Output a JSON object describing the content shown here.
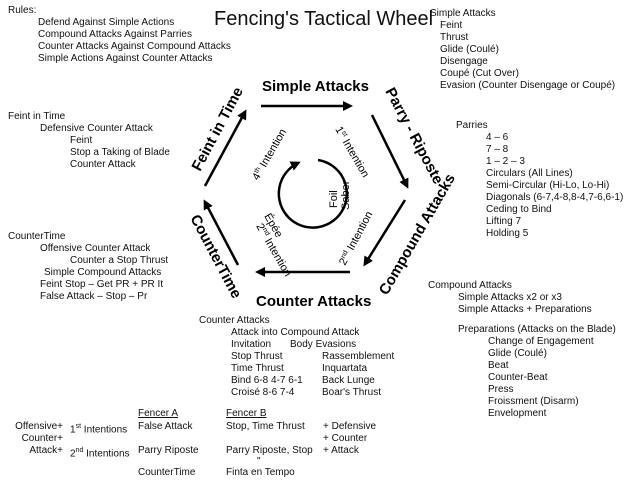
{
  "title": "Fencing's Tactical Wheel",
  "rules": {
    "heading": "Rules:",
    "items": [
      "Defend Against Simple Actions",
      "Compound Attacks Against Parries",
      "Counter Attacks Against Compound Attacks",
      "Simple Actions Against Counter Attacks"
    ]
  },
  "simple_attacks_list": {
    "heading": "Simple Attacks",
    "items": [
      "Feint",
      "Thrust",
      "Glide (Coulé)",
      "Disengage",
      "Coupé (Cut Over)",
      "Evasion (Counter Disengage or Coupé)"
    ]
  },
  "feint_in_time_list": {
    "heading": "Feint in Time",
    "sub": "Defensive Counter Attack",
    "items": [
      "Feint",
      "Stop a Taking of Blade",
      "Counter Attack"
    ]
  },
  "parries_list": {
    "heading": "Parries",
    "items": [
      "4 – 6",
      "7 – 8",
      "1 – 2 – 3",
      "Circulars (All Lines)",
      "Semi-Circular (Hi-Lo, Lo-Hi)",
      "Diagonals (6-7,4-8,8-4,7-6,6-1)",
      "Ceding to Bind",
      "Lifting 7",
      "Holding 5"
    ]
  },
  "countertime_list": {
    "heading": "CounterTime",
    "sub": "Offensive Counter Attack",
    "items": [
      "Counter a Stop Thrust",
      "Simple Compound Attacks"
    ],
    "extra": [
      "Feint Stop – Get PR + PR It",
      "False Attack – Stop – Pr"
    ]
  },
  "compound_attacks_list": {
    "heading": "Compound Attacks",
    "items": [
      "Simple Attacks x2 or x3",
      "Simple Attacks + Preparations"
    ],
    "prep_heading": "Preparations (Attacks on the Blade)",
    "prep_items": [
      "Change of Engagement",
      "Glide (Coulé)",
      "Beat",
      "Counter-Beat",
      "Press",
      "Froissment (Disarm)",
      "Envelopment"
    ]
  },
  "counter_attacks_list": {
    "heading": "Counter Attacks",
    "first": "Attack into Compound Attack",
    "col1": [
      "Invitation",
      "Stop Thrust",
      "Time Thrust",
      "Bind 6-8 4-7 6-1",
      "Croisé  8-6 7-4"
    ],
    "col2": [
      "Body Evasions",
      "Rassemblement",
      "Inquartata",
      "Back Lunge",
      "Boar's Thrust"
    ]
  },
  "wheel": {
    "segments": {
      "simple_attacks": "Simple Attacks",
      "parry_riposte": "Parry - Riposte",
      "compound_attacks": "Compound Attacks",
      "counter_attacks": "Counter Attacks",
      "countertime": "CounterTime",
      "feint_in_time": "Feint in Time"
    },
    "intentions": {
      "first": "1st Intention",
      "second": "2nd Intention",
      "third": "2nd Intention",
      "fourth": "4th Intention"
    },
    "weapons": {
      "foil": "Foil",
      "saber": "Saber",
      "epee": "Épée"
    }
  },
  "table": {
    "left_labels": [
      "Offensive+",
      "Counter+",
      "Attack+"
    ],
    "intention_labels": [
      "1st Intentions",
      "2nd Intentions"
    ],
    "fencer_a_heading": "Fencer A",
    "fencer_a": [
      "False Attack",
      "Parry Riposte",
      "CounterTime"
    ],
    "fencer_b_heading": "Fencer B",
    "fencer_b": [
      "Stop, Time Thrust",
      "Parry Riposte, Stop",
      "Finta en Tempo"
    ],
    "ditto": "\"",
    "right_labels": [
      "+ Defensive",
      "+ Counter",
      "+ Attack"
    ]
  }
}
